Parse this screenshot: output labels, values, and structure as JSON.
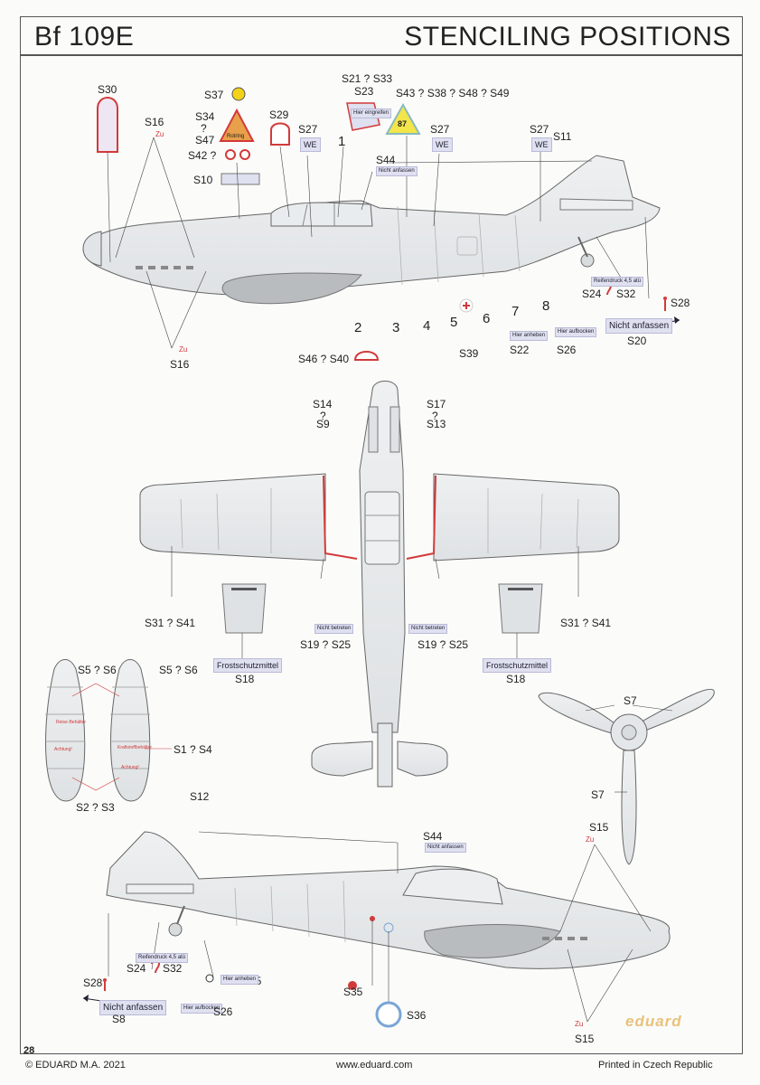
{
  "header": {
    "model": "Bf 109E",
    "title": "STENCILING POSITIONS"
  },
  "top_view": {
    "labels": {
      "s30": "S30",
      "s37": "S37",
      "s34": "S34",
      "q1": "?",
      "s47": "S47",
      "s42": "S42 ?",
      "s10": "S10",
      "s29": "S29",
      "s16a": "S16",
      "s16b": "S16",
      "s27a": "S27",
      "s27b": "S27",
      "s27c": "S27",
      "s21": "S21 ? S33",
      "s23": "S23",
      "s43": "S43 ? S38 ? S48 ? S49",
      "s44": "S44",
      "s11": "S11",
      "s24": "S24",
      "s32": "S32",
      "s28": "S28",
      "s20": "S20",
      "s46": "S46 ? S40",
      "s39": "S39",
      "s22": "S22",
      "s26": "S26"
    },
    "stencils": {
      "we": "WE",
      "zu": "Zu",
      "rotring": "Rotring",
      "n87": "87",
      "hier": "Hier eingreifen",
      "nicht_anfassen": "Nicht anfassen",
      "hier_aufbocken": "Hier aufbocken",
      "hier_anheben": "Hier anheben",
      "reifendruck": "Reifendruck 4,5 atü"
    },
    "numbers": [
      "1",
      "2",
      "3",
      "4",
      "5",
      "6",
      "7",
      "8"
    ]
  },
  "plan_view": {
    "labels": {
      "s14": "S14",
      "q2": "?",
      "s9": "S9",
      "s17": "S17",
      "q3": "?",
      "s13": "S13",
      "s31a": "S31 ? S41",
      "s31b": "S31 ? S41",
      "s19a": "S19 ? S25",
      "s19b": "S19 ? S25",
      "s18a": "S18",
      "s18b": "S18",
      "frost_a": "Frostschutzmittel",
      "frost_b": "Frostschutzmittel",
      "nicht_betreten": "Nicht betreten"
    }
  },
  "tanks": {
    "labels": {
      "s5a": "S5 ? S6",
      "s5b": "S5 ? S6",
      "s1": "S1 ? S4",
      "s2": "S2 ? S3"
    }
  },
  "prop": {
    "labels": {
      "s7a": "S7",
      "s7b": "S7"
    }
  },
  "bottom_view": {
    "labels": {
      "s12": "S12",
      "s44": "S44",
      "s15a": "S15",
      "s15b": "S15",
      "s28": "S28",
      "s24": "S24",
      "s32": "S32",
      "s45": "S45",
      "s8": "S8",
      "s26": "S26",
      "s35": "S35",
      "s36": "S36",
      "nicht_anfassen": "Nicht anfassen"
    }
  },
  "footer": {
    "page": "28",
    "copyright": "© EDUARD M.A. 2021",
    "url": "www.eduard.com",
    "printed": "Printed in Czech Republic",
    "brand": "eduard"
  },
  "colors": {
    "stencil_red": "#d23a3a",
    "stencil_blue": "#dfe0f0",
    "plane_gray": "#e6e8ea",
    "panel_dark": "#b8bcbf"
  }
}
